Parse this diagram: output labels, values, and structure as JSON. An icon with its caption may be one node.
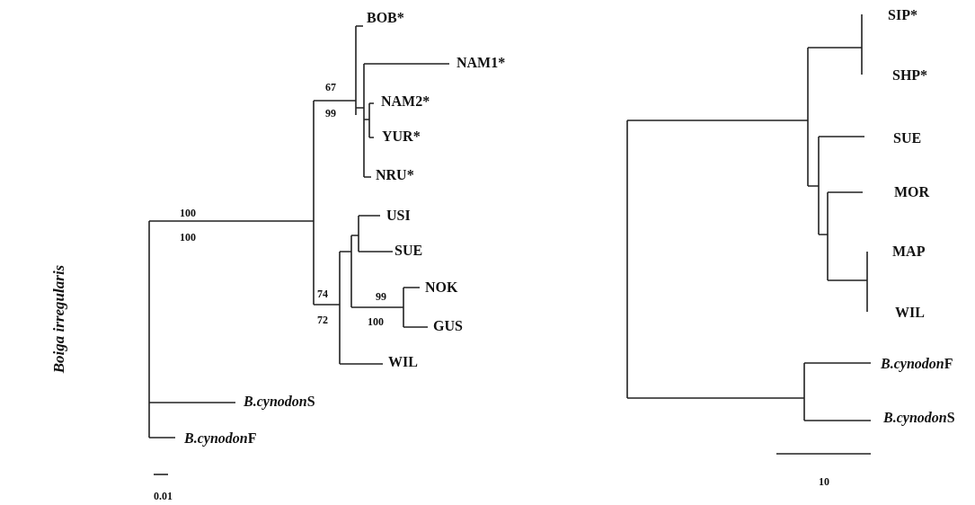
{
  "diagram": {
    "labels": [
      "Boiga irregularis",
      "BOB*",
      "NAM1*",
      "67",
      "99",
      "NAM2*",
      "YUR*",
      "NRU*",
      "100",
      "100",
      "USI",
      "SUE",
      "NOK",
      "99",
      "100",
      "74",
      "72",
      "GUS",
      "WIL",
      "B.cynodonS",
      "B.cynodonF",
      "0.01",
      "SIP*",
      "SHP*",
      "SUE",
      "MOR",
      "MAP",
      "WIL",
      "B.cynodonF",
      "B.cynodonS",
      "10"
    ]
  }
}
